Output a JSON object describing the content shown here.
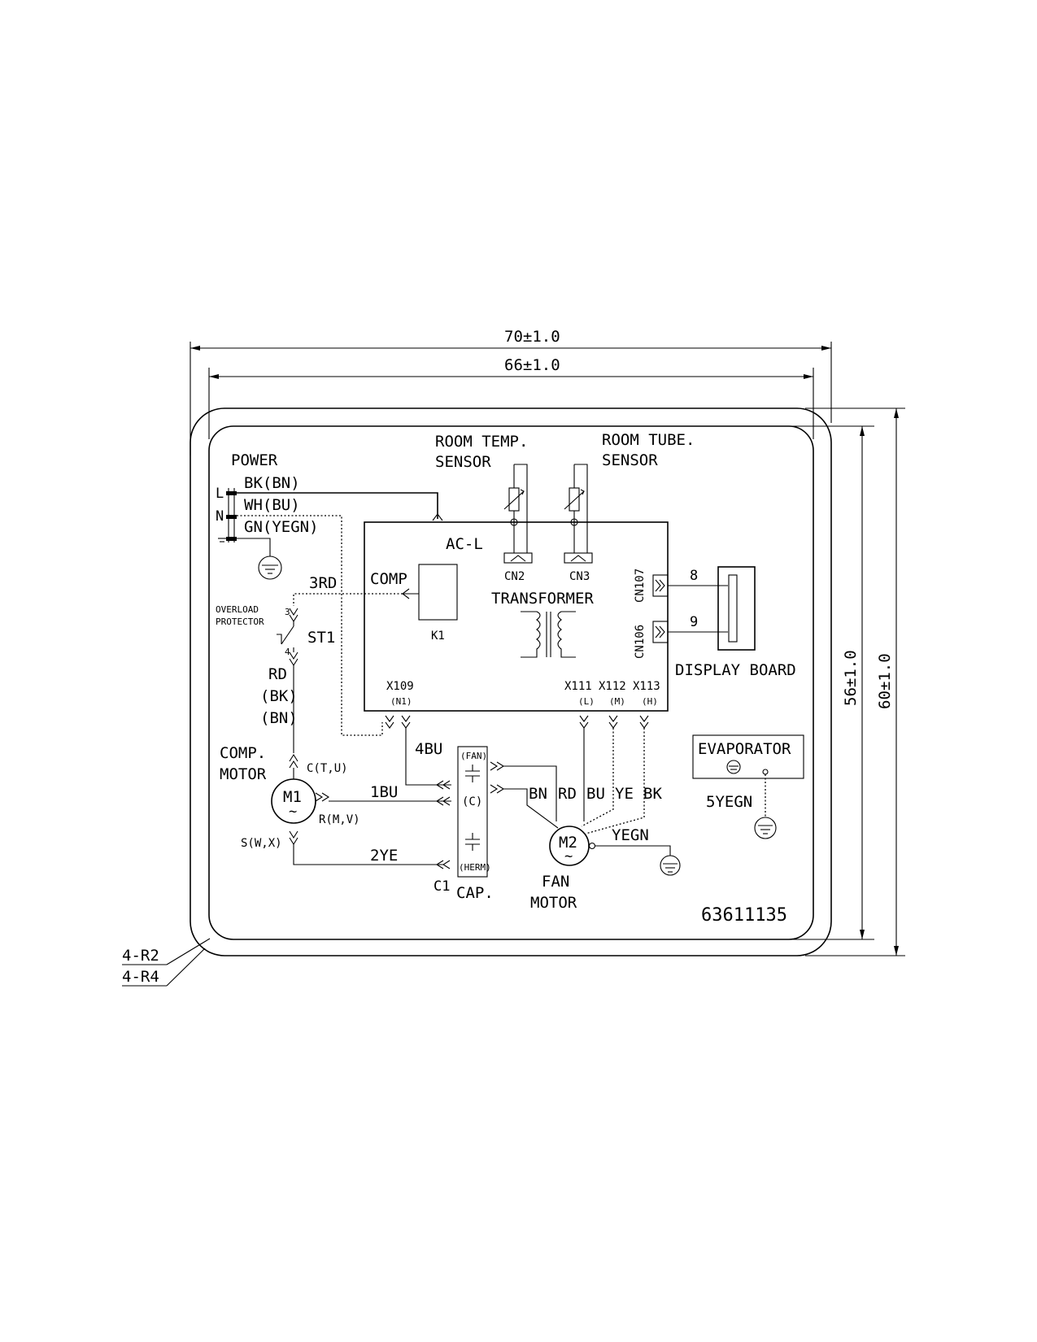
{
  "dimensions": {
    "outer_width": "70±1.0",
    "inner_width": "66±1.0",
    "inner_height": "56±1.0",
    "outer_height": "60±1.0",
    "radius_inner": "4-R2",
    "radius_outer": "4-R4"
  },
  "power": {
    "title": "POWER",
    "l_terminal": "L",
    "n_terminal": "N",
    "wire_l": "BK(BN)",
    "wire_n": "WH(BU)",
    "wire_ground": "GN(YEGN)"
  },
  "sensors": {
    "room_temp_line1": "ROOM TEMP.",
    "room_temp_line2": "SENSOR",
    "room_tube_line1": "ROOM TUBE.",
    "room_tube_line2": "SENSOR",
    "cn2": "CN2",
    "cn3": "CN3"
  },
  "board": {
    "ac_l": "AC-L",
    "comp": "COMP",
    "relay": "K1",
    "transformer": "TRANSFORMER",
    "cn107": "CN107",
    "cn106": "CN106",
    "x109": "X109",
    "x109_sub": "(N1)",
    "x111": "X111",
    "x111_sub": "(L)",
    "x112": "X112",
    "x112_sub": "(M)",
    "x113": "X113",
    "x113_sub": "(H)"
  },
  "display": {
    "wire_8": "8",
    "wire_9": "9",
    "label": "DISPLAY BOARD"
  },
  "overload": {
    "line1": "OVERLOAD",
    "line2": "PROTECTOR",
    "pin_top": "3",
    "pin_bottom": "4",
    "switch": "ST1",
    "wire_top": "3RD"
  },
  "compressor": {
    "wire_rd": "RD",
    "wire_bk": "(BK)",
    "wire_bn": "(BN)",
    "label_line1": "COMP.",
    "label_line2": "MOTOR",
    "motor": "M1",
    "symbol": "~",
    "terminal_c": "C(T,U)",
    "terminal_r": "R(M,V)",
    "terminal_s": "S(W,X)"
  },
  "wires": {
    "w4bu": "4BU",
    "w1bu": "1BU",
    "w2ye": "2YE"
  },
  "capacitor": {
    "fan": "(FAN)",
    "c": "(C)",
    "herm": "(HERM)",
    "ref": "C1",
    "label": "CAP."
  },
  "fan_motor": {
    "bn": "BN",
    "rd": "RD",
    "bu": "BU",
    "ye": "YE",
    "bk": "BK",
    "yegn": "YEGN",
    "motor": "M2",
    "symbol": "~",
    "label_line1": "FAN",
    "label_line2": "MOTOR"
  },
  "evaporator": {
    "label": "EVAPORATOR",
    "ground_wire": "5YEGN"
  },
  "part_number": "63611135"
}
